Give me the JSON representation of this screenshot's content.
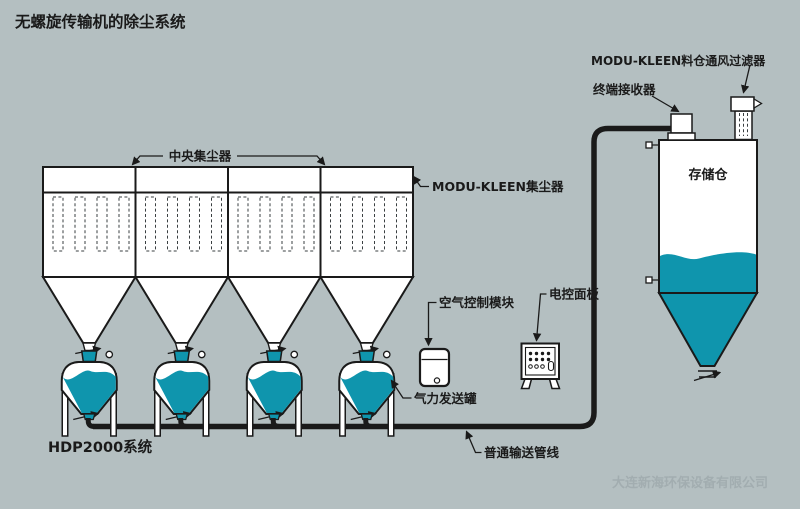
{
  "title": "无螺旋传输机的除尘系统",
  "colors": {
    "background": "#b4bfc1",
    "material_teal": "#0f95ad",
    "outline_black": "#1a1a1a",
    "equipment_white": "#ffffff",
    "watermark_gray": "#a2adb0"
  },
  "labels": {
    "central_collector": "中央集尘器",
    "modu_kleen_collector": "MODU-KLEEN集尘器",
    "silo_vent_filter": "MODU-KLEEN料仓通风过滤器",
    "terminal_receiver": "终端接收器",
    "storage_silo": "存储仓",
    "air_control_module": "空气控制模块",
    "electric_control_panel": "电控面板",
    "pneumatic_transmitter": "气力发送罐",
    "conveying_pipeline": "普通输送管线",
    "system_name": "HDP2000系统",
    "watermark": "大连新海环保设备有限公司"
  },
  "counts": {
    "collector_units": 4,
    "filter_bags_per_unit": 4,
    "transmitter_vessels": 4
  }
}
